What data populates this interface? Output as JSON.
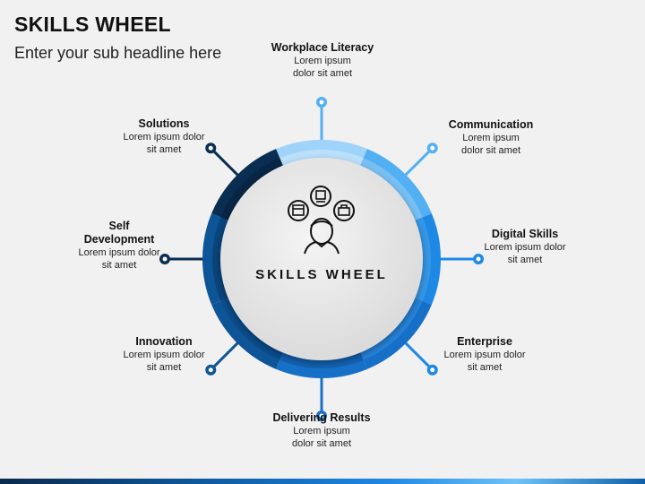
{
  "header": {
    "title": "SKILLS WHEEL",
    "subtitle": "Enter your sub headline here"
  },
  "center_label": "SKILLS WHEEL",
  "center_icon": "person-with-skill-bubbles-icon",
  "colors": {
    "dark": "#0a2e52",
    "mid": "#0d5597",
    "blue": "#1670c8",
    "bright": "#1e88e5",
    "light": "#52b0f2",
    "pale": "#9fd3fa"
  },
  "skills": [
    {
      "title": "Workplace Literacy",
      "line1": "Lorem ipsum",
      "line2": "dolor sit amet"
    },
    {
      "title": "Communication",
      "line1": "Lorem ipsum",
      "line2": "dolor sit amet"
    },
    {
      "title": "Digital Skills",
      "line1": "Lorem ipsum dolor",
      "line2": "sit amet"
    },
    {
      "title": "Enterprise",
      "line1": "Lorem ipsum dolor",
      "line2": "sit amet"
    },
    {
      "title": "Delivering Results",
      "line1": "Lorem ipsum",
      "line2": "dolor sit amet"
    },
    {
      "title": "Innovation",
      "line1": "Lorem ipsum dolor",
      "line2": "sit amet"
    },
    {
      "title": "Self Development",
      "line1": "Lorem ipsum dolor",
      "line2": "sit amet"
    },
    {
      "title": "Solutions",
      "line1": "Lorem ipsum dolor",
      "line2": "sit amet"
    }
  ]
}
